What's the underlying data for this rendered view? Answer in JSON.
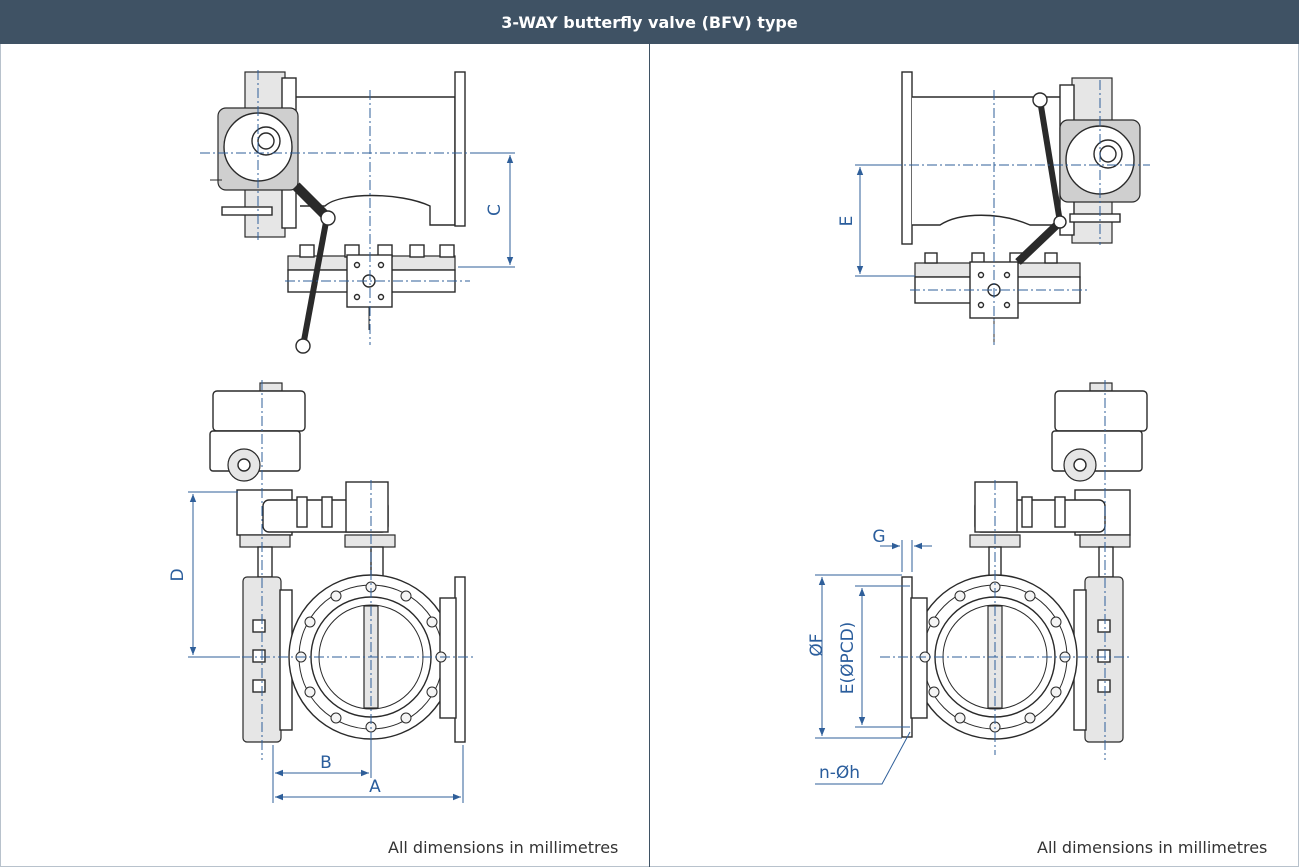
{
  "header": {
    "title": "3-WAY butterfly valve (BFV) type"
  },
  "left_panel": {
    "labels": {
      "c": "C",
      "d": "D",
      "b": "B",
      "a": "A"
    },
    "footnote": "All dimensions in millimetres"
  },
  "right_panel": {
    "labels": {
      "e_top": "E",
      "g": "G",
      "f": "ØF",
      "e_pcd": "E(ØPCD)",
      "nh": "n-Øh"
    },
    "footnote": "All dimensions in millimetres"
  },
  "colors": {
    "header_bg": "#3f5264",
    "dimension": "#2a5d9c",
    "outline": "#2a2a2a"
  }
}
